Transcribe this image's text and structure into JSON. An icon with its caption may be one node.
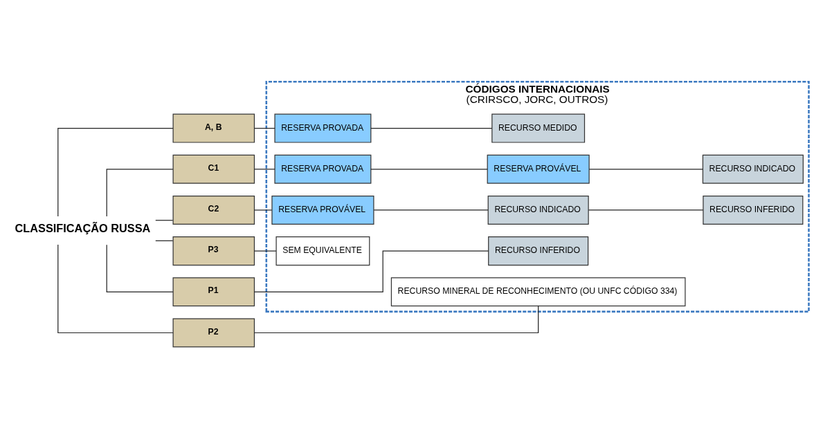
{
  "diagram": {
    "nodes": [
      {
        "text": [
          "CLASSIFICAÇÃO RUSSA"
        ]
      },
      {
        "text": [
          "A, B"
        ]
      },
      {
        "text": [
          "C1"
        ]
      },
      {
        "text": [
          "C2"
        ]
      },
      {
        "text": [
          "P1"
        ]
      },
      {
        "text": [
          "P2"
        ]
      },
      {
        "text": [
          "P3"
        ]
      },
      {
        "text": [
          "CÓDIGOS INTERNACIONAIS",
          "(CRIRSCO, JORC, OUTROS)"
        ]
      },
      {
        "text": [
          "RESERVA PROVADA"
        ],
        "in": 7
      },
      {
        "text": [
          "RECURSO MEDIDO"
        ],
        "in": 7
      },
      {
        "text": [
          "RESERVA PROVADA"
        ],
        "in": 7
      },
      {
        "text": [
          "RESERVA PROVÁVEL"
        ],
        "in": 7
      },
      {
        "text": [
          "RECURSO INDICADO"
        ],
        "in": 7
      },
      {
        "text": [
          "RESERVA PROVÁVEL"
        ],
        "in": 7
      },
      {
        "text": [
          "RECURSO INDICADO"
        ],
        "in": 7
      },
      {
        "text": [
          "RECURSO INFERIDO"
        ],
        "in": 7
      },
      {
        "text": [
          "RECURSO INFERIDO"
        ],
        "in": 7
      },
      {
        "text": [
          "RECURSO MINERAL DE RECONHECIMENTO (OU UNFC CÓDIGO 334)"
        ],
        "in": 7
      },
      {
        "text": [
          "SEM EQUIVALENTE"
        ],
        "in": 7
      }
    ],
    "edges": [
      {
        "from": 0,
        "to": 1,
        "arrow": "none"
      },
      {
        "from": 0,
        "to": 2,
        "arrow": "none"
      },
      {
        "from": 0,
        "to": 3,
        "arrow": "none"
      },
      {
        "from": 0,
        "to": 4,
        "arrow": "none"
      },
      {
        "from": 0,
        "to": 5,
        "arrow": "none"
      },
      {
        "from": 0,
        "to": 6,
        "arrow": "none"
      },
      {
        "from": 1,
        "to": 8,
        "arrow": "none"
      },
      {
        "from": 8,
        "to": 9,
        "arrow": "none"
      },
      {
        "from": 2,
        "to": 10,
        "arrow": "none"
      },
      {
        "from": 10,
        "to": 11,
        "arrow": "none"
      },
      {
        "from": 11,
        "to": 12,
        "arrow": "none"
      },
      {
        "from": 3,
        "to": 13,
        "arrow": "none"
      },
      {
        "from": 13,
        "to": 14,
        "arrow": "none"
      },
      {
        "from": 14,
        "to": 15,
        "arrow": "none"
      },
      {
        "from": 4,
        "to": 16,
        "arrow": "none"
      },
      {
        "from": 5,
        "to": 17,
        "arrow": "none"
      },
      {
        "from": 6,
        "to": 18,
        "arrow": "none"
      }
    ]
  }
}
